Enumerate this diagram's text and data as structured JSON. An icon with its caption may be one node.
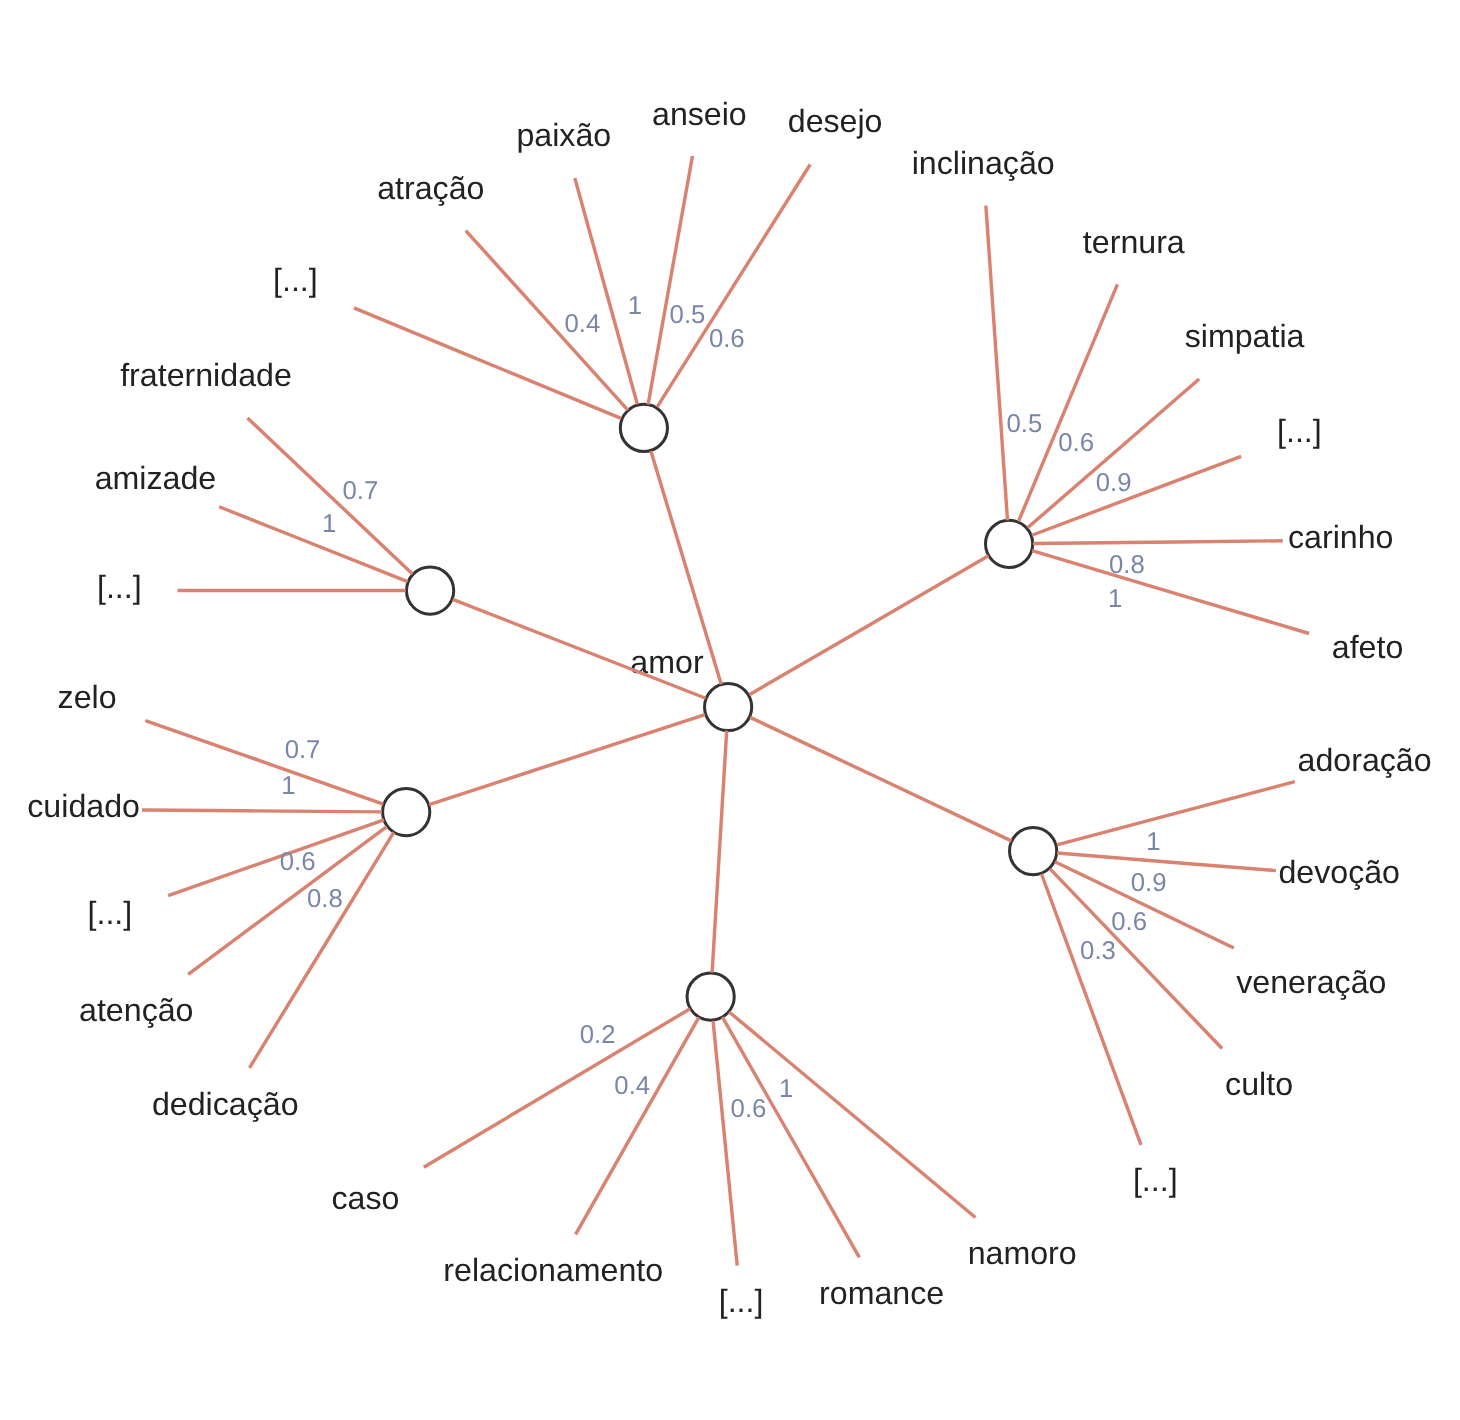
{
  "diagram": {
    "nodes": [
      {
        "text": [],
        "shape": "circle",
        "beside": [
          "amor"
        ]
      },
      {
        "text": [],
        "shape": "circle"
      },
      {
        "text": [],
        "shape": "circle"
      },
      {
        "text": [],
        "shape": "circle"
      },
      {
        "text": [],
        "shape": "circle"
      },
      {
        "text": [],
        "shape": "circle"
      },
      {
        "text": [],
        "shape": "circle"
      },
      {
        "text": [
          "afeto"
        ]
      },
      {
        "text": [
          "carinho"
        ]
      },
      {
        "text": [
          "[...]"
        ]
      },
      {
        "text": [
          "simpatia"
        ]
      },
      {
        "text": [
          "ternura"
        ]
      },
      {
        "text": [
          "inclinação"
        ]
      },
      {
        "text": [
          "desejo"
        ]
      },
      {
        "text": [
          "anseio"
        ]
      },
      {
        "text": [
          "paixão"
        ]
      },
      {
        "text": [
          "atração"
        ]
      },
      {
        "text": [
          "[...]"
        ]
      },
      {
        "text": [
          "fraternidade"
        ]
      },
      {
        "text": [
          "amizade"
        ]
      },
      {
        "text": [
          "[...]"
        ]
      },
      {
        "text": [
          "zelo"
        ]
      },
      {
        "text": [
          "cuidado"
        ]
      },
      {
        "text": [
          "[...]"
        ]
      },
      {
        "text": [
          "atenção"
        ]
      },
      {
        "text": [
          "dedicação"
        ]
      },
      {
        "text": [
          "caso"
        ]
      },
      {
        "text": [
          "relacionamento"
        ]
      },
      {
        "text": [
          "[...]"
        ]
      },
      {
        "text": [
          "romance"
        ]
      },
      {
        "text": [
          "namoro"
        ]
      },
      {
        "text": [
          "[...]"
        ]
      },
      {
        "text": [
          "culto"
        ]
      },
      {
        "text": [
          "veneração"
        ]
      },
      {
        "text": [
          "devoção"
        ]
      },
      {
        "text": [
          "adoração"
        ]
      }
    ],
    "edges": [
      {
        "from": 0,
        "to": 1,
        "arrow": "none"
      },
      {
        "from": 0,
        "to": 2,
        "arrow": "none"
      },
      {
        "from": 0,
        "to": 3,
        "arrow": "none"
      },
      {
        "from": 0,
        "to": 4,
        "arrow": "none"
      },
      {
        "from": 0,
        "to": 5,
        "arrow": "none"
      },
      {
        "from": 0,
        "to": 6,
        "arrow": "none"
      },
      {
        "from": 1,
        "to": 7,
        "arrow": "none",
        "label": "1"
      },
      {
        "from": 1,
        "to": 8,
        "arrow": "none",
        "label": "0.8"
      },
      {
        "from": 1,
        "to": 9,
        "arrow": "none"
      },
      {
        "from": 1,
        "to": 10,
        "arrow": "none",
        "label": "0.9"
      },
      {
        "from": 1,
        "to": 11,
        "arrow": "none",
        "label": "0.6"
      },
      {
        "from": 1,
        "to": 12,
        "arrow": "none",
        "label": "0.5"
      },
      {
        "from": 2,
        "to": 13,
        "arrow": "none",
        "label": "0.6"
      },
      {
        "from": 2,
        "to": 14,
        "arrow": "none",
        "label": "0.5"
      },
      {
        "from": 2,
        "to": 15,
        "arrow": "none",
        "label": "1"
      },
      {
        "from": 2,
        "to": 16,
        "arrow": "none",
        "label": "0.4"
      },
      {
        "from": 2,
        "to": 17,
        "arrow": "none"
      },
      {
        "from": 3,
        "to": 18,
        "arrow": "none",
        "label": "0.7"
      },
      {
        "from": 3,
        "to": 19,
        "arrow": "none",
        "label": "1"
      },
      {
        "from": 3,
        "to": 20,
        "arrow": "none"
      },
      {
        "from": 4,
        "to": 21,
        "arrow": "none",
        "label": "0.7"
      },
      {
        "from": 4,
        "to": 22,
        "arrow": "none",
        "label": "1"
      },
      {
        "from": 4,
        "to": 23,
        "arrow": "none"
      },
      {
        "from": 4,
        "to": 24,
        "arrow": "none",
        "label": "0.6"
      },
      {
        "from": 4,
        "to": 25,
        "arrow": "none",
        "label": "0.8"
      },
      {
        "from": 5,
        "to": 26,
        "arrow": "none",
        "label": "0.2"
      },
      {
        "from": 5,
        "to": 27,
        "arrow": "none",
        "label": "0.4"
      },
      {
        "from": 5,
        "to": 28,
        "arrow": "none"
      },
      {
        "from": 5,
        "to": 29,
        "arrow": "none",
        "label": "0.6"
      },
      {
        "from": 5,
        "to": 30,
        "arrow": "none",
        "label": "1"
      },
      {
        "from": 6,
        "to": 31,
        "arrow": "none"
      },
      {
        "from": 6,
        "to": 32,
        "arrow": "none",
        "label": "0.3"
      },
      {
        "from": 6,
        "to": 33,
        "arrow": "none",
        "label": "0.6"
      },
      {
        "from": 6,
        "to": 34,
        "arrow": "none",
        "label": "0.9"
      },
      {
        "from": 6,
        "to": 35,
        "arrow": "none",
        "label": "1"
      }
    ]
  }
}
